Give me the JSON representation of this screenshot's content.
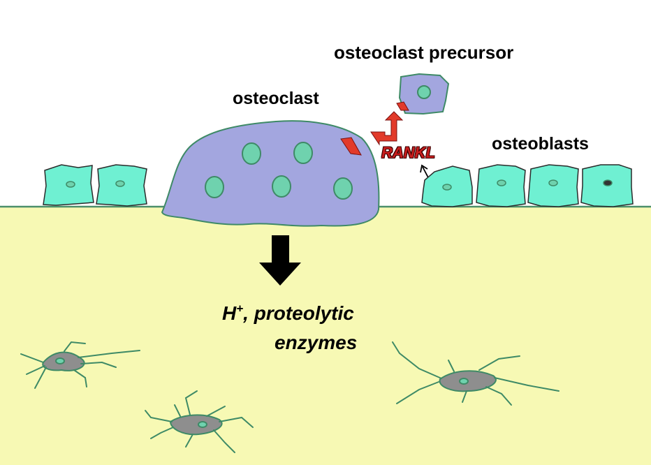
{
  "labels": {
    "precursor": "osteoclast precursor",
    "osteoclast": "osteoclast",
    "osteoblasts": "osteoblasts",
    "rankl": "RANKL"
  },
  "products": {
    "ion": "H",
    "ion_charge": "+",
    "line1_rest": ", proteolytic",
    "line2": "enzymes"
  },
  "colors": {
    "bone_matrix": "#f7f9b4",
    "bone_surface": "#4b8f6a",
    "osteoclast_fill": "#a3a6df",
    "cell_outline": "#3e8a66",
    "nucleus_fill": "#6fd2ae",
    "lining_cell_fill": "#6ff0d2",
    "osteocyte_fill": "#8e8e8e",
    "osteocyte_process": "#3e8a66",
    "rankl_receptor": "#e23a2a",
    "arrow": "#000000"
  },
  "icons": {
    "resorption_arrow": "arrow-down-icon",
    "signal_arrow": "arrow-up-icon"
  }
}
